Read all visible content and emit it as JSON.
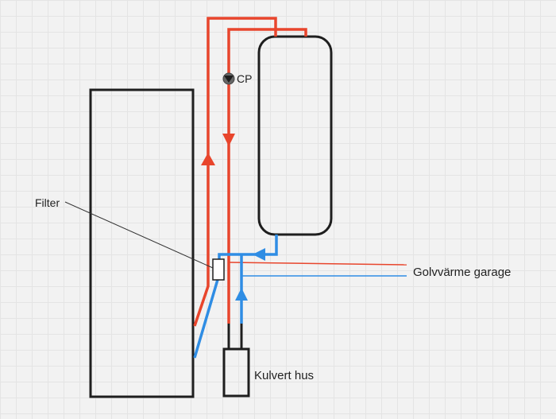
{
  "labels": {
    "filter": "Filter",
    "pump": "CP",
    "floor_heating": "Golvvärme garage",
    "culvert": "Kulvert hus"
  },
  "colors": {
    "supply": "#e8452c",
    "return": "#2f8de4",
    "outline": "#1e1e1e",
    "background": "#f2f2f2",
    "grid": "#e4e4e4"
  }
}
